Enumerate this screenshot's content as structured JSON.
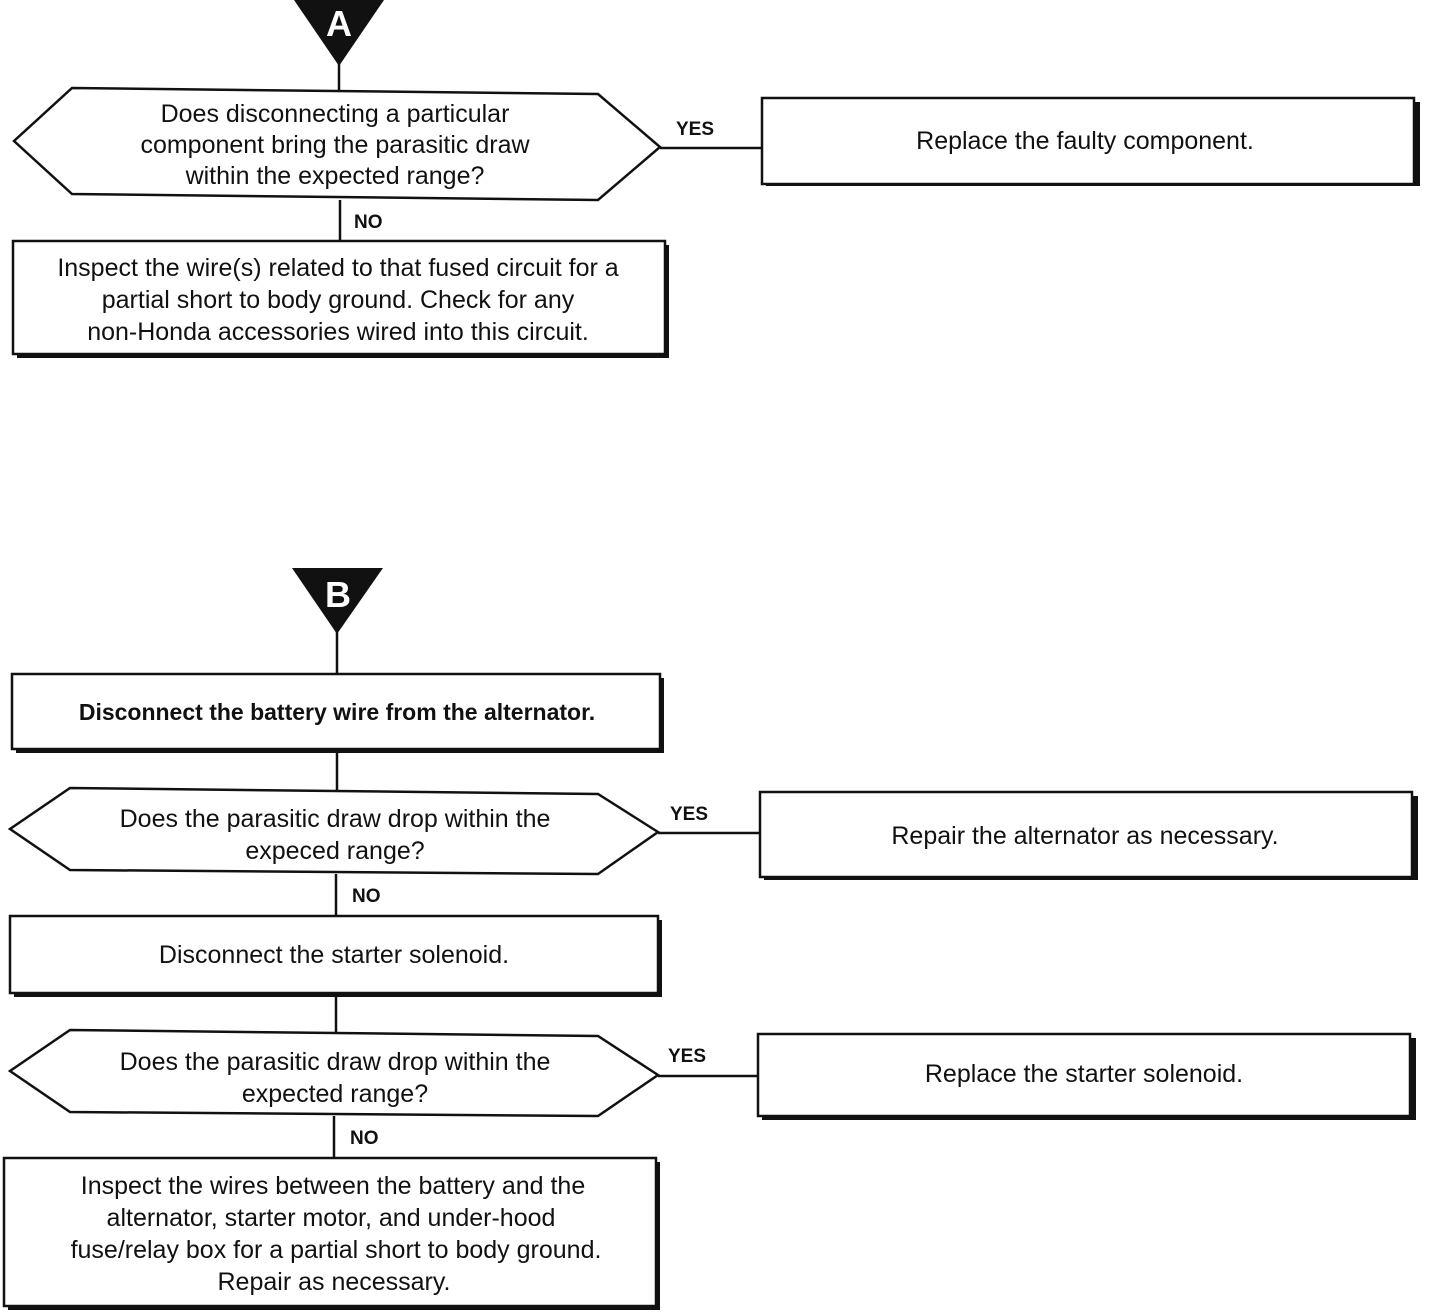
{
  "flowchart_a": {
    "marker": "A",
    "question_1": [
      "Does disconnecting a particular",
      "component bring the parasitic draw",
      "within the expected range?"
    ],
    "yes_label": "YES",
    "yes_action": "Replace the faulty component.",
    "no_label": "NO",
    "no_action": [
      "Inspect the wire(s) related to that fused circuit for a",
      "partial short to body ground. Check for any",
      "non-Honda accessories wired into this circuit."
    ]
  },
  "flowchart_b": {
    "marker": "B",
    "step_1": "Disconnect the battery wire from the alternator.",
    "question_1": [
      "Does the parasitic draw drop within the",
      "expeced range?"
    ],
    "yes_label_1": "YES",
    "yes_action_1": "Repair the alternator as necessary.",
    "no_label_1": "NO",
    "step_2": "Disconnect the starter solenoid.",
    "question_2": [
      "Does the parasitic draw drop within the",
      "expected range?"
    ],
    "yes_label_2": "YES",
    "yes_action_2": "Replace the starter solenoid.",
    "no_label_2": "NO",
    "no_action_2": [
      "Inspect the wires between the battery and the",
      "alternator, starter motor, and under-hood",
      "fuse/relay box for a partial short to body ground.",
      "Repair as necessary."
    ]
  }
}
